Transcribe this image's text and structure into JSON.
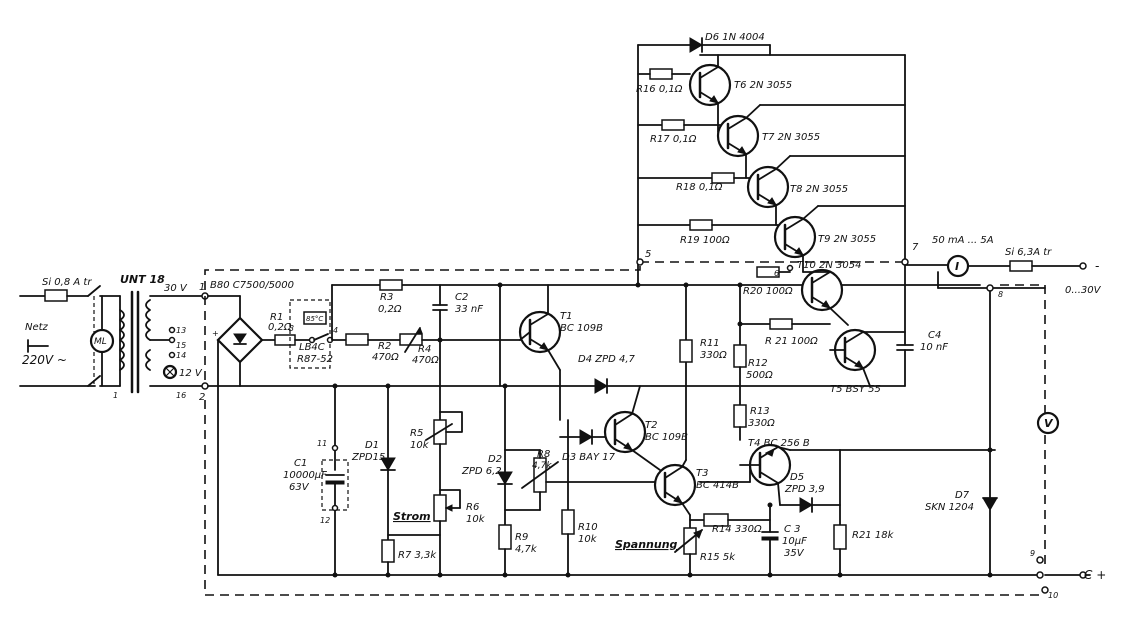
{
  "labels": {
    "fuse_mains": "Si 0,8 A tr",
    "netz": "Netz",
    "mains_voltage": "220V ~",
    "transformer": "UNT 18",
    "tr_30v": "30 V",
    "tr_12v": "12 V",
    "rectifier": "B80 C7500/5000",
    "r1": "R1",
    "r1_val": "0,2Ω",
    "thermo_temp": "85°C",
    "thermo_name": "LB4C",
    "thermo_type": "R87-52",
    "r2": "R2",
    "r2_val": "470Ω",
    "r3": "R3",
    "r3_val": "0,2Ω",
    "r4": "R4",
    "r4_val": "470Ω",
    "c2": "C2",
    "c2_val": "33 nF",
    "t1": "T1",
    "t1_type": "BC 109B",
    "d4": "D4  ZPD 4,7",
    "c1": "C1",
    "c1_val": "10000µF",
    "c1_volt": "63V",
    "d1": "D1",
    "d1_type": "ZPD15",
    "r5": "R5",
    "r5_val": "10k",
    "d2": "D2",
    "d2_type": "ZPD 6,2",
    "strom": "Strom",
    "r6": "R6",
    "r6_val": "10k",
    "r7": "R7  3,3k",
    "r8": "R8",
    "r8_val": "4,7k",
    "r9": "R9",
    "r9_val": "4,7k",
    "d3": "D3  BAY 17",
    "t2": "T2",
    "t2_type": "BC 109B",
    "r10": "R10",
    "r10_val": "10k",
    "t3": "T3",
    "t3_type": "BC 414B",
    "spannung": "Spannung",
    "r11": "R11",
    "r11_val": "330Ω",
    "r14": "R14  330Ω",
    "r15": "R15  5k",
    "r12": "R12",
    "r12_val": "500Ω",
    "r13": "R13",
    "r13_val": "330Ω",
    "t4": "T4  BC 256 B",
    "d5": "D5",
    "d5_type": "ZPD 3,9",
    "c3": "C 3",
    "c3_val": "10µF",
    "c3_volt": "35V",
    "r21_bottom": "R21  18k",
    "d6": "D6  1N 4004",
    "r16": "R16  0,1Ω",
    "r17": "R17  0,1Ω",
    "r18": "R18  0,1Ω",
    "r19": "R19  100Ω",
    "t6": "T6  2N 3055",
    "t7": "T7  2N 3055",
    "t8": "T8  2N 3055",
    "t9": "T9  2N 3055",
    "t10": "T10  2N 3054",
    "r20": "R20  100Ω",
    "r21_mid": "R 21  100Ω",
    "c4": "C4",
    "c4_val": "10 nF",
    "t5": "T5  BSY 55",
    "current_range": "50 mA ... 5A",
    "fuse_out": "Si 6,3A tr",
    "ammeter": "I",
    "voltmeter": "V",
    "voltage_range": "0...30V",
    "d7": "D7",
    "d7_type": "SKN 1204",
    "minus": "-",
    "plus": "C +",
    "ml": "ML",
    "n1": "1",
    "n2": "2",
    "n3": "3",
    "n4": "4",
    "n5": "5",
    "n6": "6",
    "n7": "7",
    "n8": "8",
    "n9": "9",
    "n10": "10",
    "n11": "11",
    "n12": "12",
    "tr_1": "1",
    "tr_13": "13",
    "tr_14": "14",
    "tr_15": "15",
    "tr_16": "16",
    "plus_sign": "+"
  }
}
